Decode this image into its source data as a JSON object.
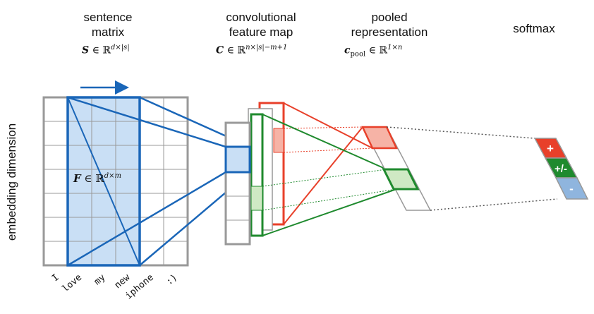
{
  "headers": {
    "sentence_matrix": [
      "sentence",
      "matrix"
    ],
    "feature_map": [
      "convolutional",
      "feature map"
    ],
    "pooled": [
      "pooled",
      "representation"
    ],
    "softmax": "softmax"
  },
  "math": {
    "S_sym": "S",
    "S_rest": " ∈ ℝ",
    "S_sup": "d×|s|",
    "C_sym": "C",
    "C_rest": " ∈ ℝ",
    "C_sup": "n×|s|−m+1",
    "cpool_sym": "c",
    "cpool_sub": "pool",
    "cpool_rest": " ∈ ℝ",
    "cpool_sup": "1×n",
    "F_sym": "F",
    "F_rest": " ∈ ℝ",
    "F_sup": "d×m"
  },
  "axis_label": "embedding dimension",
  "words": [
    "I",
    "love",
    "my",
    "new",
    "iphone",
    ":)"
  ],
  "softmax_labels": [
    "+",
    "+/-",
    "-"
  ],
  "colors": {
    "grid": "#999999",
    "blue": "#1a66b8",
    "blue_fill": "#c9dff5",
    "red": "#e8402a",
    "red_fill": "#f6b3a6",
    "green": "#1f8a2e",
    "green_fill": "#cfe9c4",
    "softmax_red": "#e8402a",
    "softmax_green": "#1f8a2e",
    "softmax_blue": "#8fb5de"
  }
}
